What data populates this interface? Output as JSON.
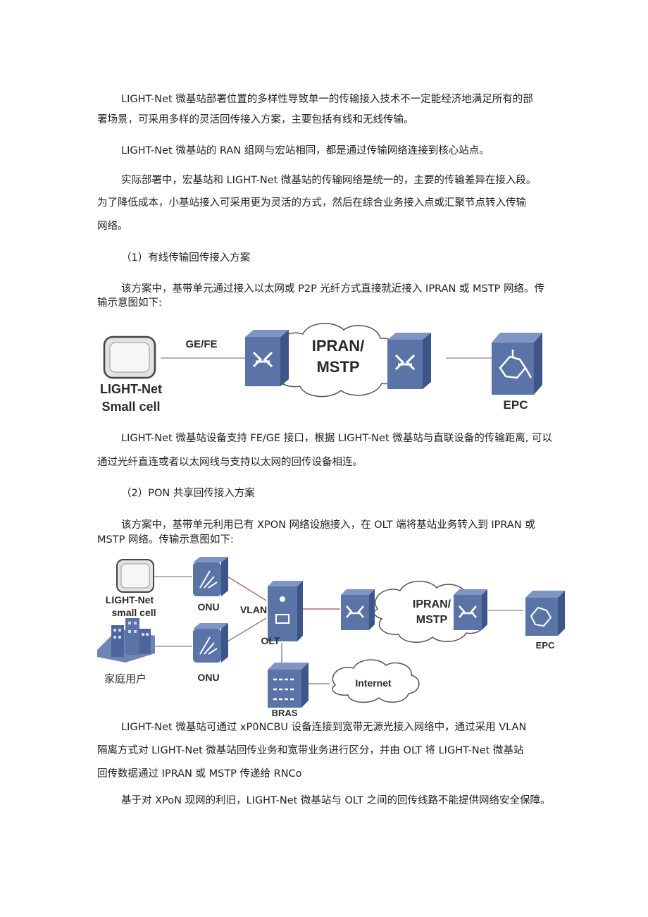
{
  "paragraphs": {
    "p1_l1": "LIGHT-Net 微基站部署位置的多样性导致单一的传输接入技术不一定能经济地满足所有的部",
    "p1_l2": "署场景，可采用多样的灵活回传接入方案，主要包括有线和无线传输。",
    "p2": "LIGHT-Net 微基站的 RAN 组网与宏站相同，都是通过传输网络连接到核心站点。",
    "p3_l1": "实际部署中，宏基站和 LIGHT-Net 微基站的传输网络是统一的，主要的传输差异在接入段。",
    "p3_l2": "为了降低成本，小基站接入可采用更为灵活的方式，然后在综合业务接入点或汇聚节点转入传输",
    "p3_l3": "网络。",
    "h1": "（1）有线传输回传接入方案",
    "p4_l1": "该方案中，基带单元通过接入以太网或 P2P 光纤方式直接就近接入 IPRAN 或 MSTP 网络。传",
    "p4_l2": "输示意图如下:",
    "p5_l1": "LIGHT-Net 微基站设备支持 FE/GE 接口，根据 LIGHT-Net 微基站与直联设备的传输距离, 可以",
    "p5_l2": "通过光纤直连或者以太网线与支持以太网的回传设备相连。",
    "h2": "（2）PON 共享回传接入方案",
    "p6_l1": "该方案中，基带单元利用已有 XPON 网络设施接入，在 OLT 端将基站业务转入到 IPRAN 或",
    "p6_l2": "MSTP 网络。传输示意图如下:",
    "p7_l1": "LIGHT-Net 微基站可通过 xP0NCBU 设备连接到宽带无源光接入网络中，通过采用 VLAN",
    "p7_l2": "隔离方式对 LIGHT-Net 微基站回传业务和宽带业务进行区分，并由 OLT 将 LIGHT-Net 微基站",
    "p7_l3": "回传数据通过 IPRAN 或 MSTP 传递给 RNCo",
    "p8": "基于对 XPoN 现网的利旧，LIGHT-Net 微基站与 OLT 之间的回传线路不能提供网络安全保障。"
  },
  "diagram1": {
    "link_label": "GE/FE",
    "cloud_l1": "IPRAN/",
    "cloud_l2": "MSTP",
    "cell_l1": "LIGHT-Net",
    "cell_l2": "Small cell",
    "core": "EPC"
  },
  "diagram2": {
    "cell_l1": "LIGHT-Net",
    "cell_l2": "small cell",
    "onu1": "ONU",
    "onu2": "ONU",
    "home": "家庭用户",
    "vlan": "VLAN",
    "olt": "OLT",
    "bras": "BRAS",
    "internet": "Internet",
    "cloud_l1": "IPRAN/",
    "cloud_l2": "MSTP",
    "core": "EPC"
  },
  "colors": {
    "device_front": "#5a74a8",
    "device_top": "#7f95c3",
    "device_side": "#3e5587",
    "link": "#b86a72"
  }
}
